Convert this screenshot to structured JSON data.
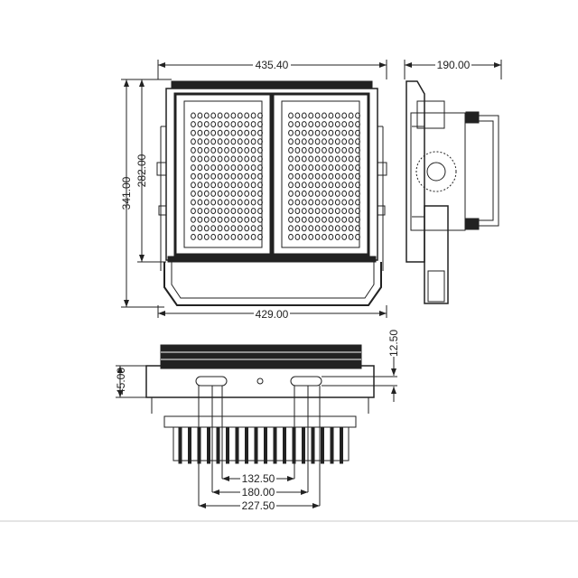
{
  "drawing": {
    "front_view": {
      "overall_width": "435.40",
      "overall_height": "341.00",
      "body_height": "282.00",
      "bracket_width": "429.00",
      "led_columns_per_module": 11,
      "led_rows_per_module": 15,
      "modules": 2
    },
    "side_view": {
      "depth": "190.00"
    },
    "bottom_view": {
      "offset_small": "12.50",
      "body_depth": "45.00",
      "slot_spacing_inner": "132.50",
      "slot_spacing_mid": "180.00",
      "slot_spacing_outer": "227.50"
    }
  }
}
